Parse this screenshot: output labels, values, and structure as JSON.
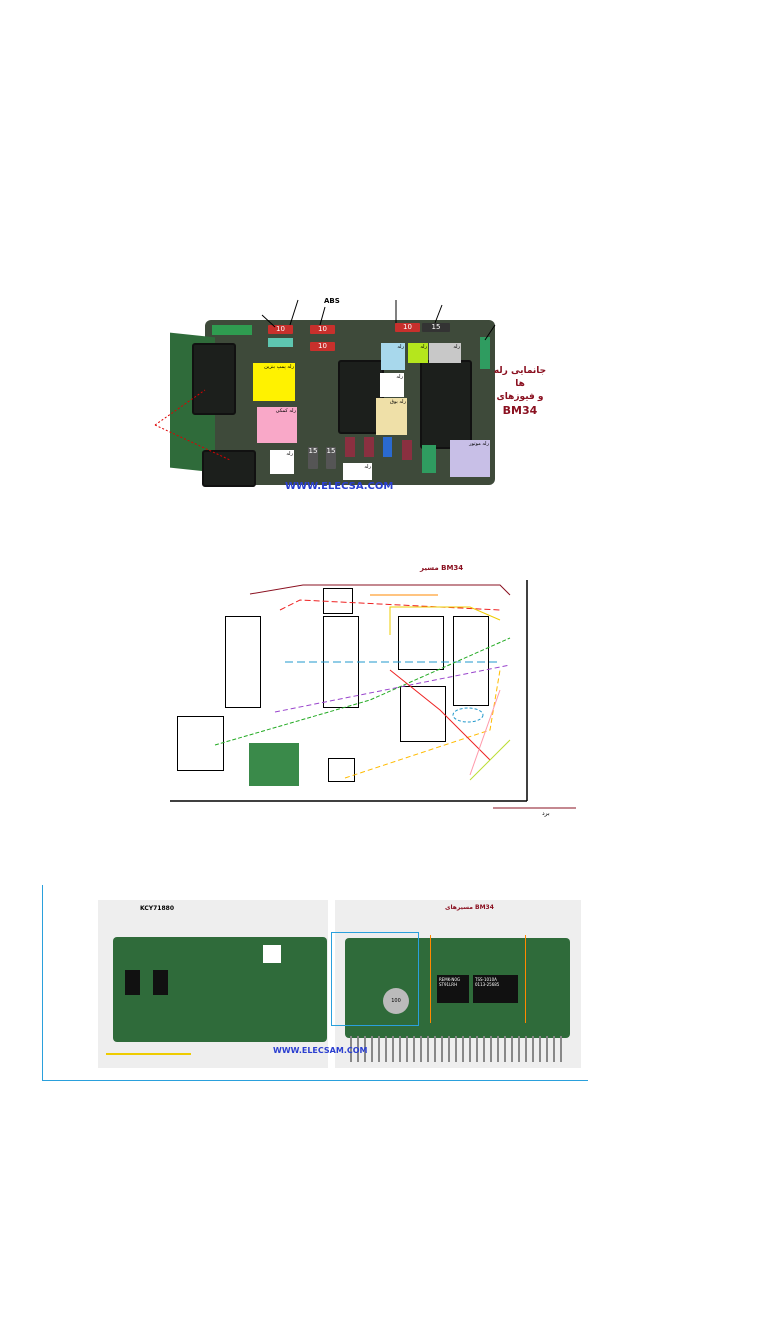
{
  "figure1": {
    "title_line1": "جانمایی رله",
    "title_line2": "ها",
    "title_line3": "و فیوزهای",
    "title_line4": "BM34",
    "watermark": "WWW.ELECSA.COM",
    "fuses": [
      "10",
      "10",
      "10",
      "10",
      "15"
    ],
    "abs_label": "ABS",
    "blade_fuses": [
      "15",
      "15"
    ],
    "notes": {
      "yellow": "رله پمپ بنزین",
      "pink": "رله کمکی",
      "blue": "رله",
      "green": "رله",
      "gray": "رله",
      "white1": "رله",
      "tan": "رله بوق",
      "white2": "رله",
      "purple": "رله موتور",
      "white3": "رله"
    },
    "colors": {
      "yellow": "#fff200",
      "pink": "#f9a8c8",
      "blue": "#a8d8ec",
      "green": "#b5e61d",
      "gray": "#c8c8c8",
      "tan": "#efe0a8",
      "purple": "#c8bfe7",
      "title": "#8a1020",
      "watermark": "#2b3fd0"
    }
  },
  "figure2": {
    "title": "BM34 مسیر",
    "footer_label": "برد"
  },
  "figure3": {
    "title": "BM34 مسیرهای",
    "chip_label": "KCY71880",
    "ic1": "REMK-N0G",
    "ic1_line2": "ST91LRH",
    "ic2": "TSS-1010A",
    "ic2_line2": "0113-25685",
    "cap_label": "100",
    "watermark": "WWW.ELECSAM.COM",
    "frame_color": "#2aa0dc"
  }
}
